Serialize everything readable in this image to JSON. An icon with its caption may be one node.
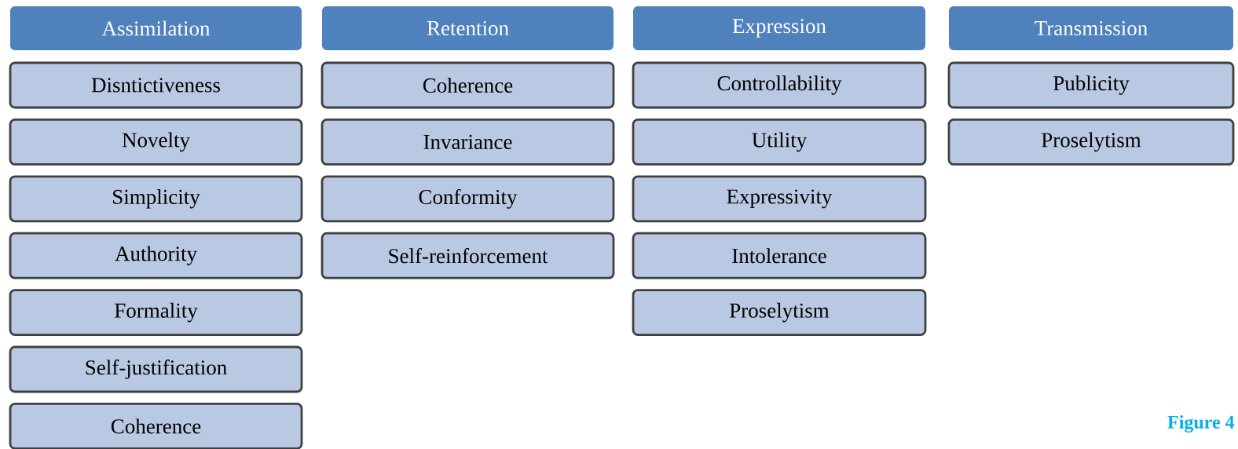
{
  "diagram": {
    "nodes": [
      {
        "text": [
          "Assimilation"
        ]
      },
      {
        "text": [
          "Disntictiveness"
        ]
      },
      {
        "text": [
          "Novelty"
        ]
      },
      {
        "text": [
          "Simplicity"
        ]
      },
      {
        "text": [
          "Authority"
        ]
      },
      {
        "text": [
          "Formality"
        ]
      },
      {
        "text": [
          "Self-justification"
        ]
      },
      {
        "text": [
          "Coherence"
        ]
      },
      {
        "text": [
          "Retention"
        ]
      },
      {
        "text": [
          "Coherence"
        ]
      },
      {
        "text": [
          "Invariance"
        ]
      },
      {
        "text": [
          "Conformity"
        ]
      },
      {
        "text": [
          "Self-reinforcement"
        ]
      },
      {
        "text": [
          "Expression"
        ]
      },
      {
        "text": [
          "Controllability"
        ]
      },
      {
        "text": [
          "Utility"
        ]
      },
      {
        "text": [
          "Expressivity"
        ]
      },
      {
        "text": [
          "Intolerance"
        ]
      },
      {
        "text": [
          "Proselytism"
        ]
      },
      {
        "text": [
          "Transmission"
        ]
      },
      {
        "text": [
          "Publicity"
        ]
      },
      {
        "text": [
          "Proselytism"
        ]
      }
    ],
    "labels": [
      "Figure 4"
    ]
  }
}
